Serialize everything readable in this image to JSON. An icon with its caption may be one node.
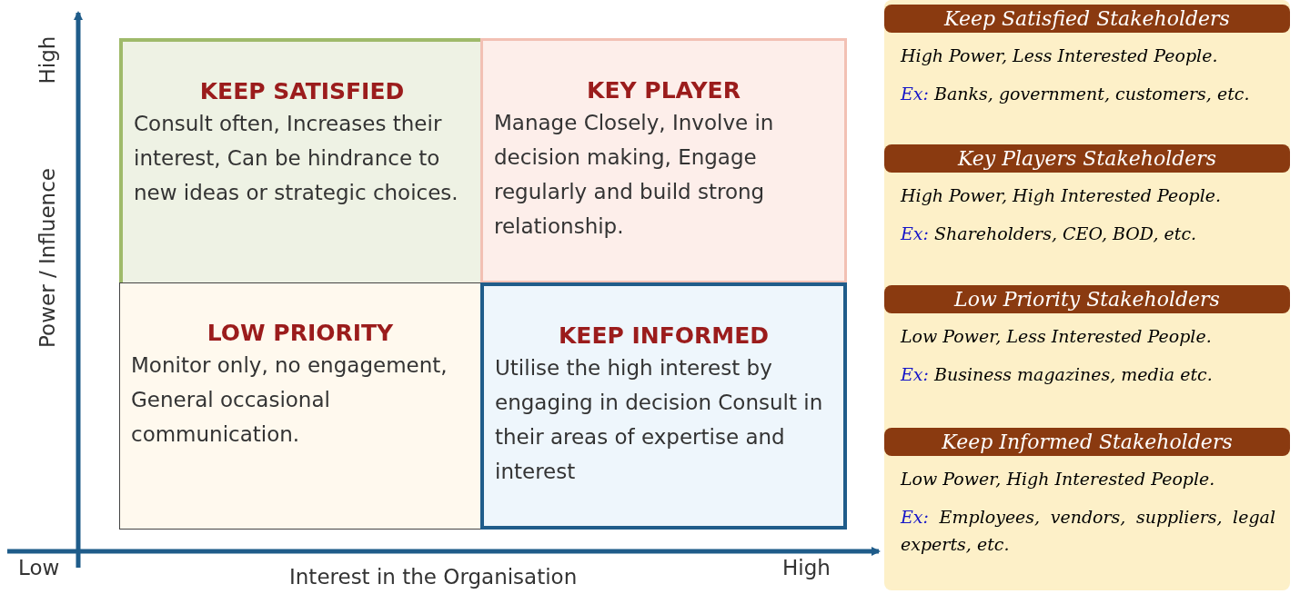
{
  "diagram": {
    "nodes": [
      {
        "text": [
          "KEEP SATISFIED",
          "Consult often, Increases their interest, Can be hindrance to new ideas or strategic choices."
        ]
      },
      {
        "text": [
          "KEY PLAYER",
          "Manage Closely, Involve in decision making, Engage regularly and build strong relationship."
        ]
      },
      {
        "text": [
          "LOW PRIORITY",
          "Monitor only, no engagement, General occasional communication."
        ]
      },
      {
        "text": [
          "KEEP INFORMED",
          "Utilise the high interest by engaging in decision Consult in their areas of expertise and interest"
        ]
      },
      {
        "text": [
          "Keep Satisfied Stakeholders",
          "High Power, Less Interested People.",
          "Ex:",
          "Banks, government, customers, etc."
        ]
      },
      {
        "text": [
          "Key Players Stakeholders",
          "High Power, High Interested People.",
          "Ex:",
          "Shareholders, CEO, BOD, etc."
        ]
      },
      {
        "text": [
          "Low Priority Stakeholders",
          "Low Power, Less Interested People.",
          "Ex:",
          "Business magazines, media etc."
        ]
      },
      {
        "text": [
          "Keep Informed Stakeholders",
          "Low Power, High Interested People.",
          "Ex:",
          "Employees, vendors, suppliers, legal experts, etc."
        ]
      }
    ],
    "edges": [],
    "labels": [
      "High",
      "Power / Influence",
      "Low",
      "Interest in the Organisation",
      "High"
    ]
  }
}
